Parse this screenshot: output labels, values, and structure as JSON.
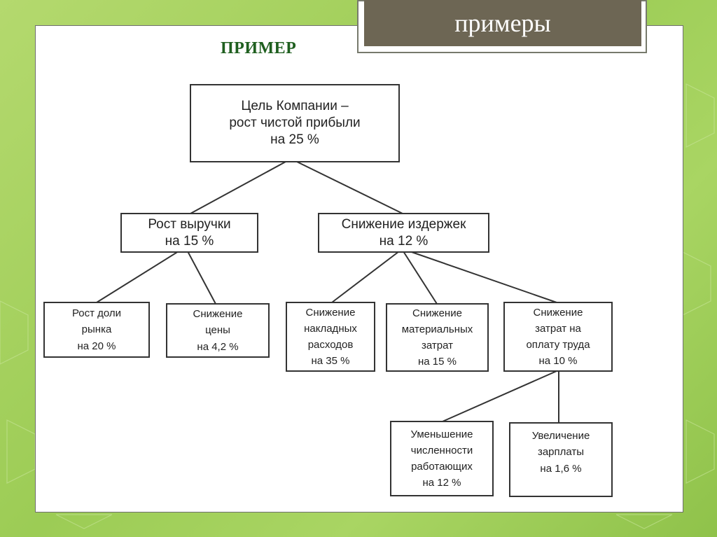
{
  "slide": {
    "title": "примеры",
    "heading": "ПРИМЕР"
  },
  "diagram": {
    "root": [
      "Цель Компании –",
      "рост чистой прибыли",
      "на 25 %"
    ],
    "revenue": [
      "Рост выручки",
      "на 15 %"
    ],
    "costs": [
      "Снижение издержек",
      "на 12 %"
    ],
    "market_share": [
      "Рост доли",
      "рынка",
      "на 20 %"
    ],
    "price_cut": [
      "Снижение",
      "цены",
      "на 4,2 %"
    ],
    "overhead": [
      "Снижение",
      "накладных",
      "расходов",
      "на 35 %"
    ],
    "material": [
      "Снижение",
      "материальных",
      "затрат",
      "на 15 %"
    ],
    "labor": [
      "Снижение",
      "затрат на",
      "оплату труда",
      "на 10 %"
    ],
    "headcount": [
      "Уменьшение",
      "численности",
      "работающих",
      "на 12 %"
    ],
    "salary": [
      "Увеличение",
      "зарплаты",
      "на 1,6 %"
    ]
  }
}
